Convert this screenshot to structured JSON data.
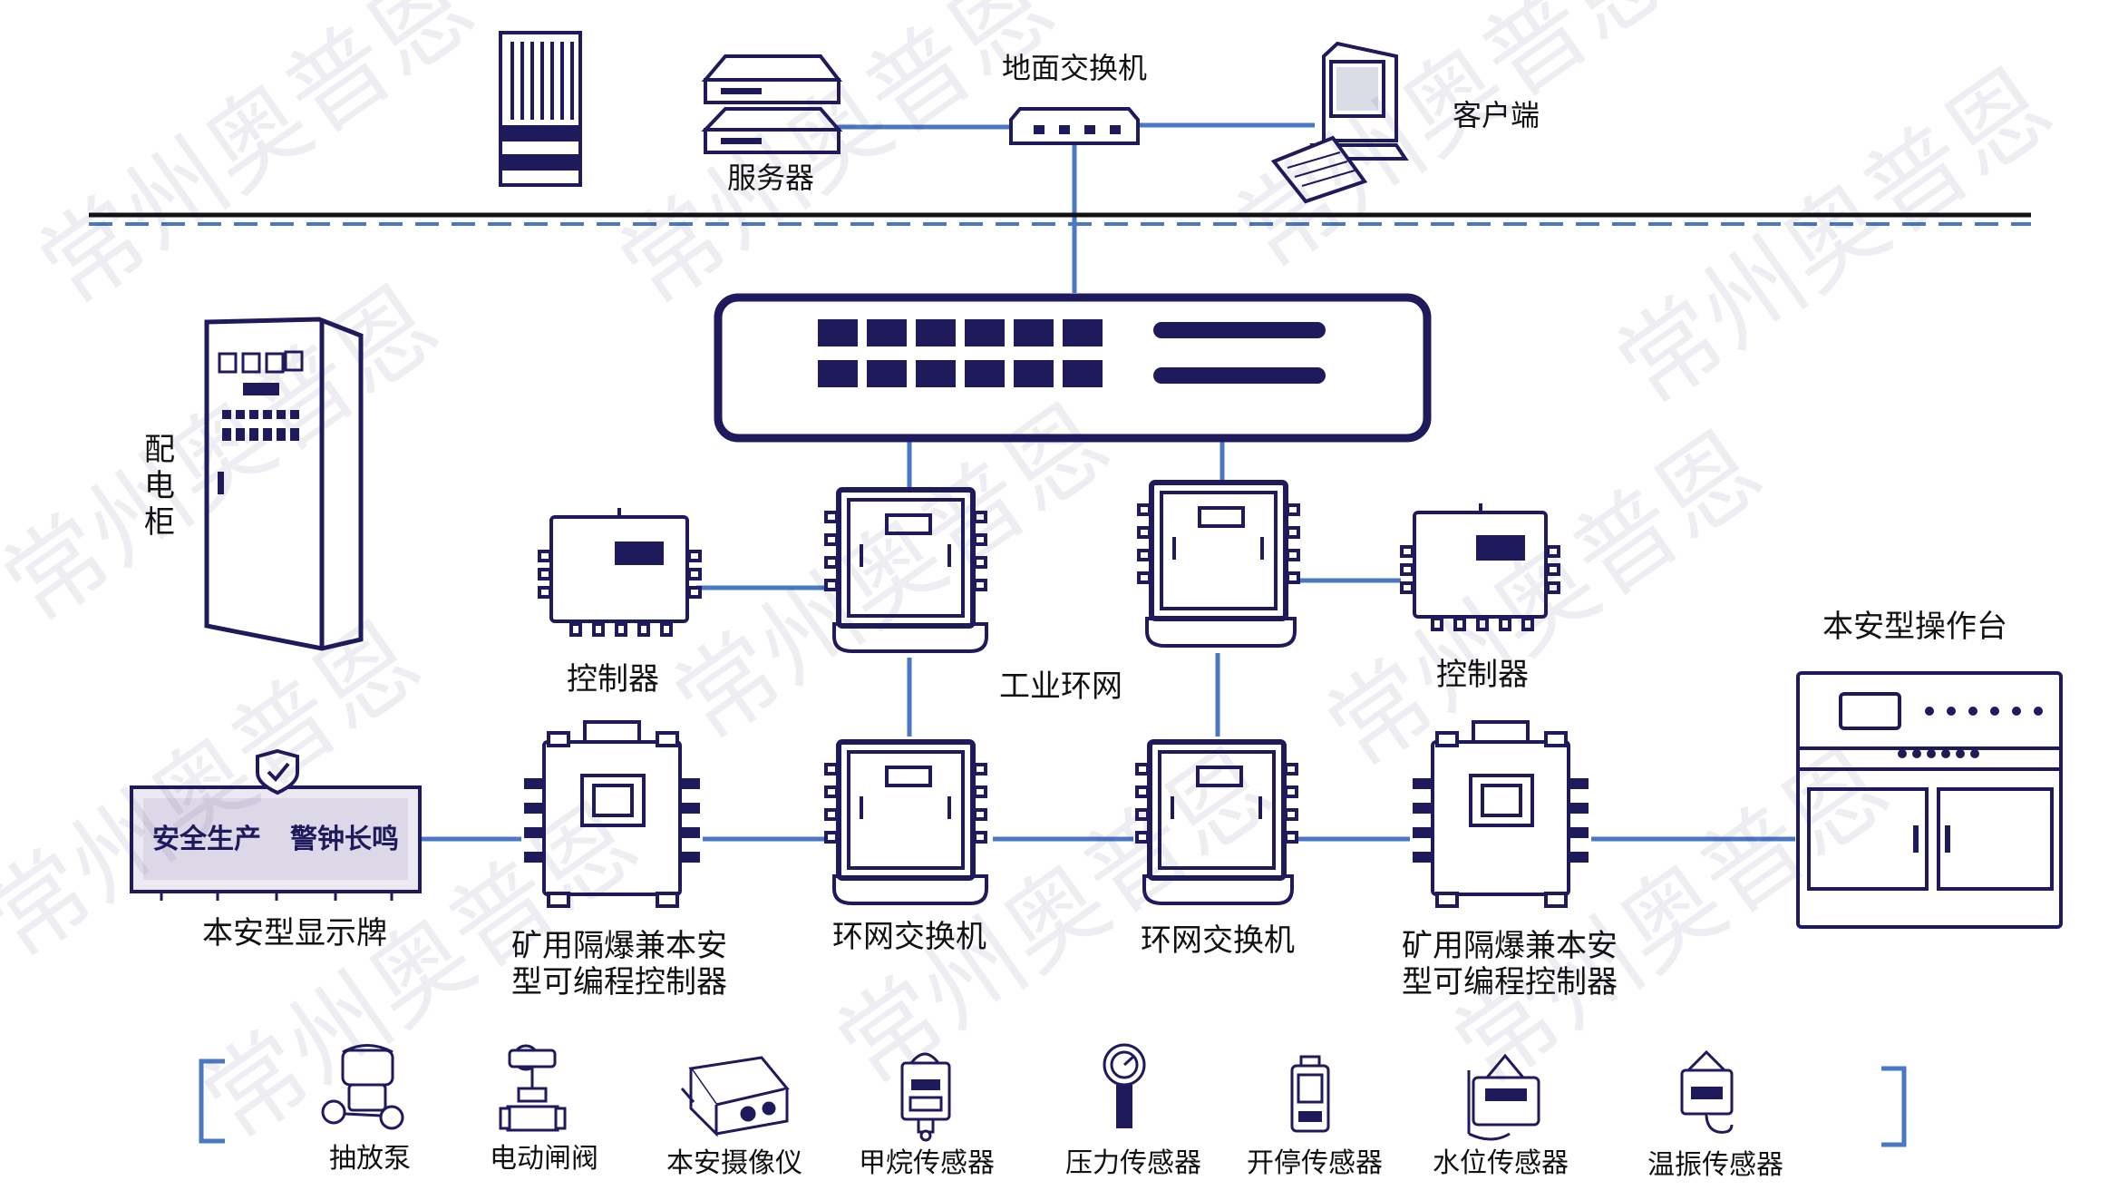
{
  "colors": {
    "navy": "#1f1a5c",
    "link": "#4a78c4",
    "black": "#111111"
  },
  "watermark": "常州奥普恩",
  "labels": {
    "ground_switch": "地面交换机",
    "server": "服务器",
    "client": "客户端",
    "power_cabinet": [
      "配",
      "电",
      "柜"
    ],
    "controller_left": "控制器",
    "controller_right": "控制器",
    "industrial_ring": "工业环网",
    "operator_console": "本安型操作台",
    "display_board": "本安型显示牌",
    "sign_text_1": "安全生产",
    "sign_text_2": "警钟长鸣",
    "plc_left": [
      "矿用隔爆兼本安",
      "型可编程控制器"
    ],
    "plc_right": [
      "矿用隔爆兼本安",
      "型可编程控制器"
    ],
    "ring_switch_left": "环网交换机",
    "ring_switch_right": "环网交换机"
  },
  "sensors": [
    "抽放泵",
    "电动闸阀",
    "本安摄像仪",
    "甲烷传感器",
    "压力传感器",
    "开停传感器",
    "水位传感器",
    "温振传感器"
  ]
}
